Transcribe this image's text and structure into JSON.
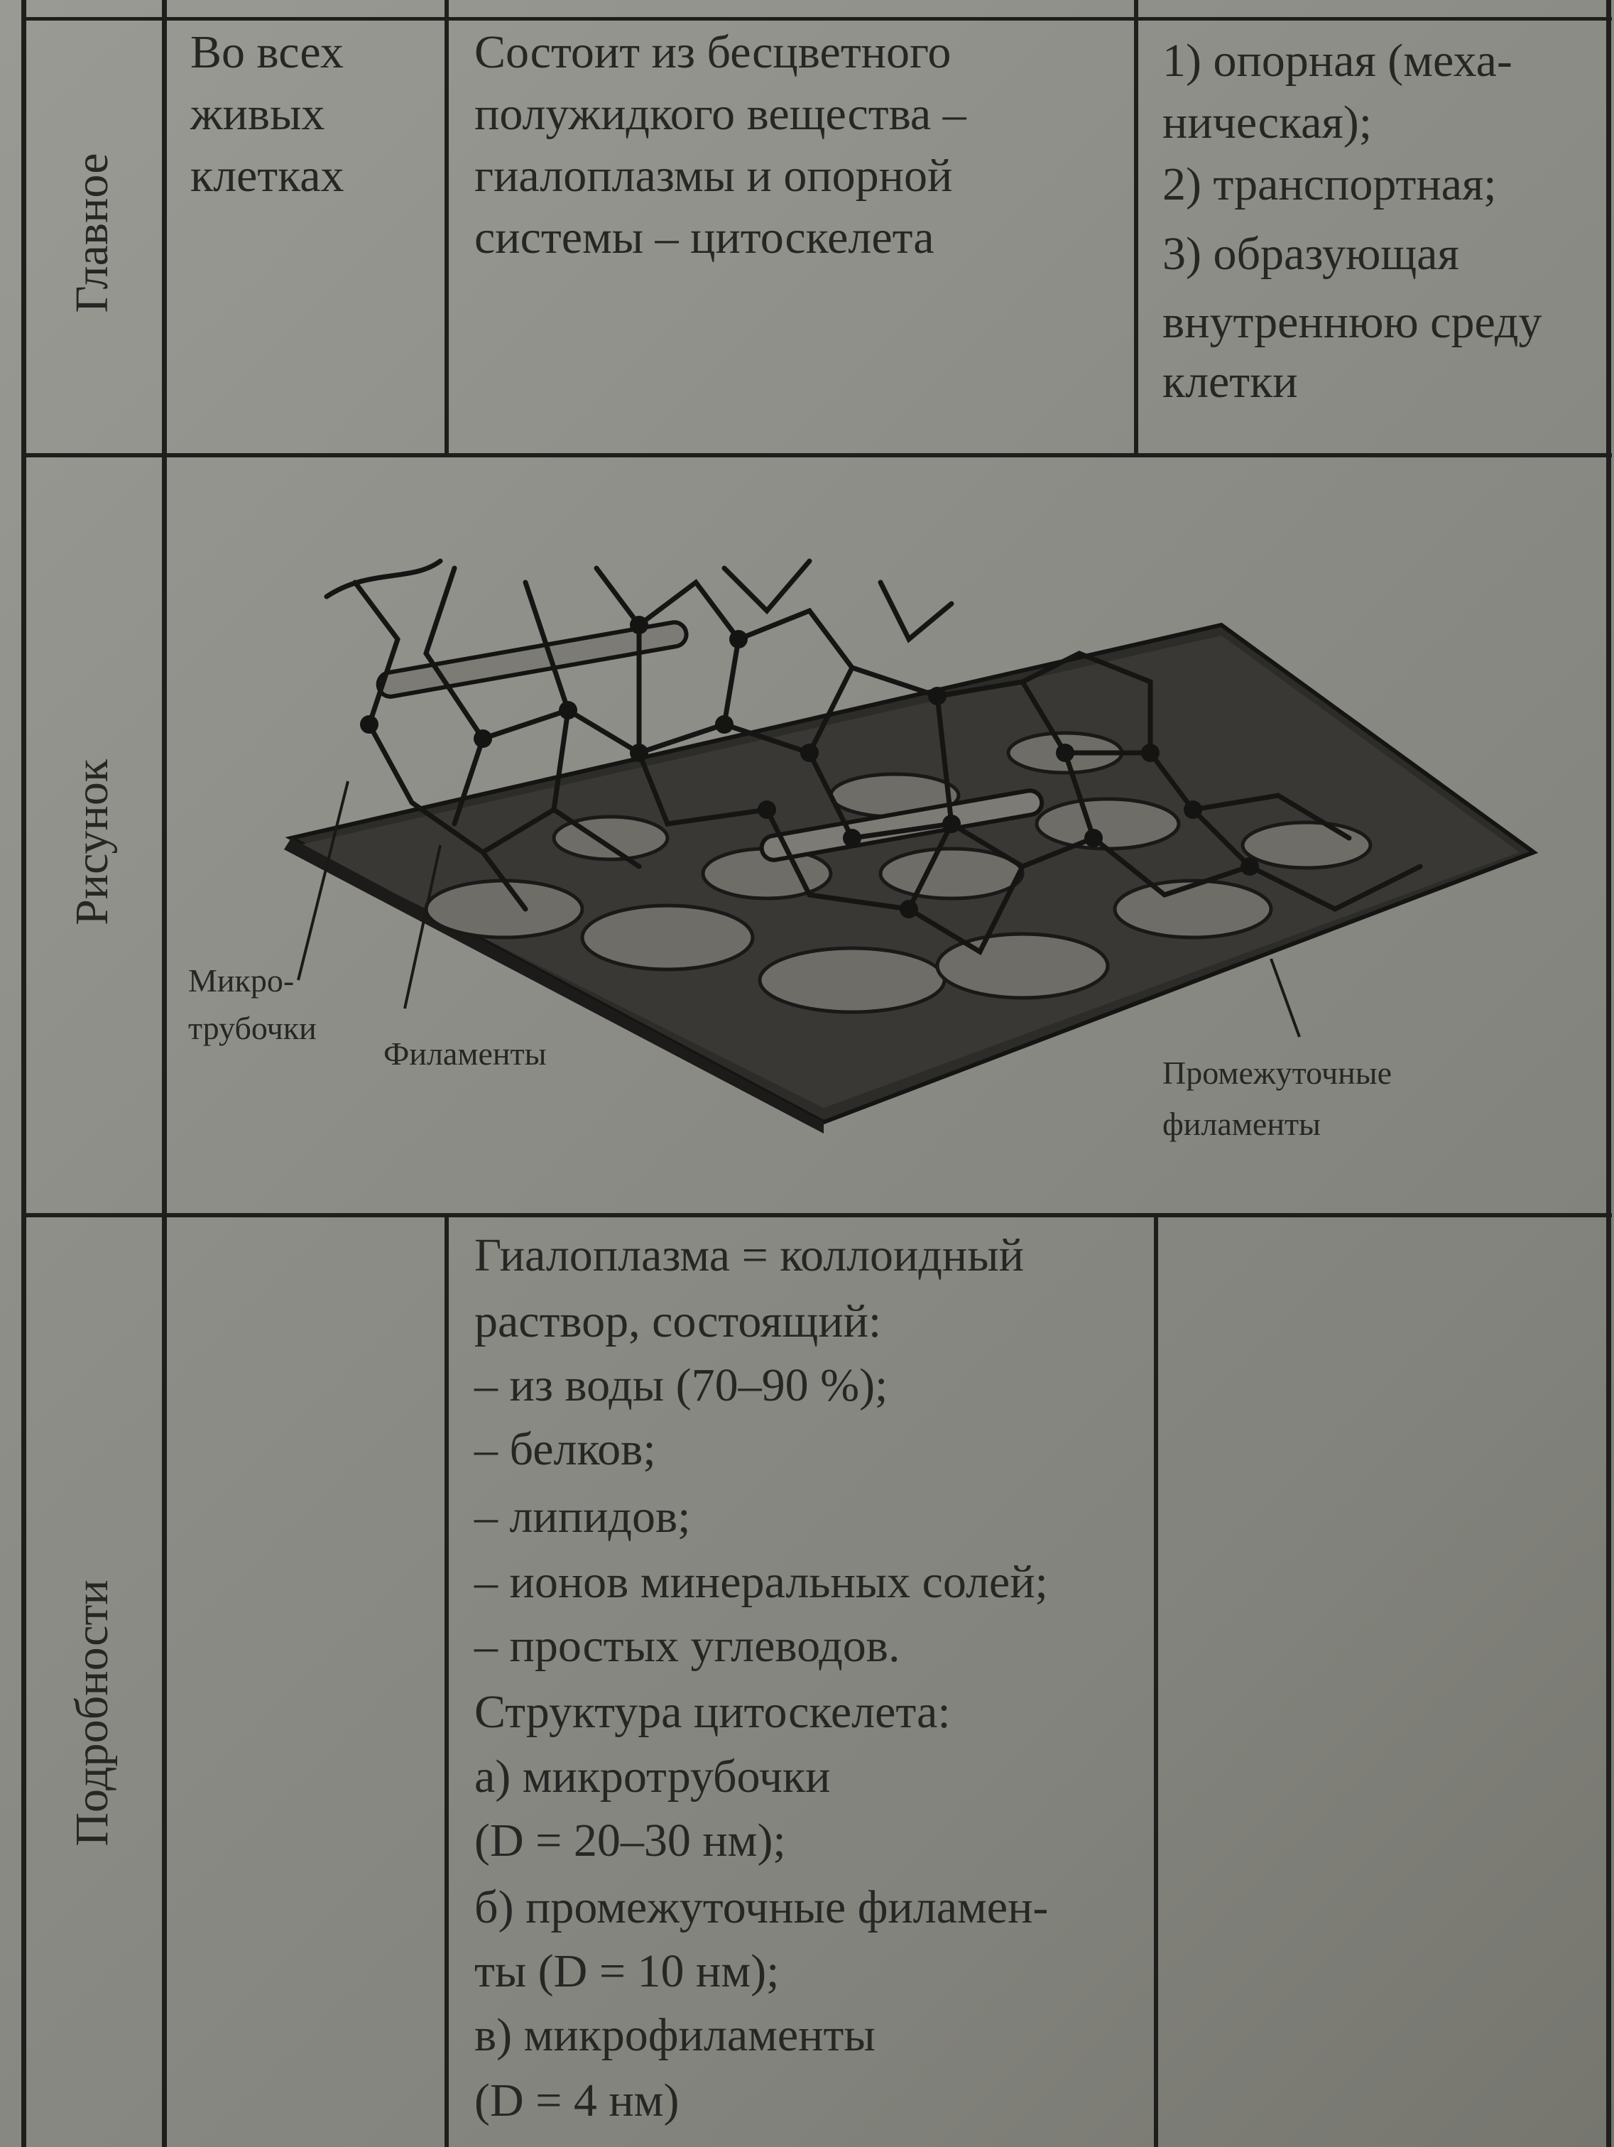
{
  "table": {
    "rows": [
      {
        "header": "Главное",
        "occurrence": [
          "Во всех",
          "живых",
          "клетках"
        ],
        "structure": [
          "Состоит из бесцветного",
          "полужидкого вещества –",
          "гиалоплазмы и опорной",
          "системы – цитоскелета"
        ],
        "functions": [
          "1) опорная (меха-",
          "ническая);",
          "2) транспортная;",
          "3) образующая",
          "внутреннюю среду",
          "клетки"
        ]
      },
      {
        "header": "Рисунок",
        "figure": {
          "labels": {
            "microtubules": [
              "Микро-",
              "трубочки"
            ],
            "filaments": "Филаменты",
            "intermediate": [
              "Промежуточные",
              "филаменты"
            ]
          }
        }
      },
      {
        "header": "Подробности",
        "details": [
          "Гиалоплазма = коллоидный",
          "раствор, состоящий:",
          "– из воды (70–90 %);",
          "– белков;",
          "– липидов;",
          "– ионов минеральных солей;",
          "– простых углеводов.",
          "Структура цитоскелета:",
          "а) микротрубочки",
          "(D = 20–30 нм);",
          "б) промежуточные филамен-",
          "ты (D = 10 нм);",
          "в) микрофиламенты",
          "(D = 4 нм)"
        ]
      }
    ]
  },
  "colors": {
    "paper": "#8f8f89",
    "ink": "#262624",
    "rule": "#1e1e1c"
  }
}
